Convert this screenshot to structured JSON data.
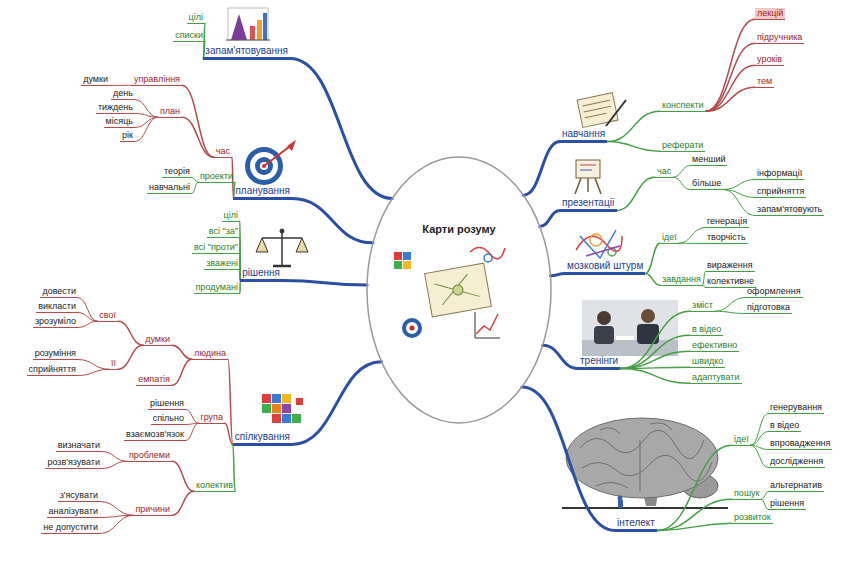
{
  "diagram": {
    "nodes": [
      {
        "text": [
          "Карти розуму"
        ]
      },
      {
        "text": [
          "запам'ятовування"
        ]
      },
      {
        "text": [
          "цілі"
        ]
      },
      {
        "text": [
          "списки"
        ]
      },
      {
        "text": [
          "планування"
        ]
      },
      {
        "text": [
          "час"
        ]
      },
      {
        "text": [
          "управління"
        ]
      },
      {
        "text": [
          "думки"
        ]
      },
      {
        "text": [
          "план"
        ]
      },
      {
        "text": [
          "день"
        ]
      },
      {
        "text": [
          "тиждень"
        ]
      },
      {
        "text": [
          "місяць"
        ]
      },
      {
        "text": [
          "рік"
        ]
      },
      {
        "text": [
          "проекти"
        ]
      },
      {
        "text": [
          "теорія"
        ]
      },
      {
        "text": [
          "навчальні"
        ]
      },
      {
        "text": [
          "рішення"
        ]
      },
      {
        "text": [
          "цілі"
        ]
      },
      {
        "text": [
          "всі \"за\""
        ]
      },
      {
        "text": [
          "всі \"проти\""
        ]
      },
      {
        "text": [
          "зважені"
        ]
      },
      {
        "text": [
          "продумані"
        ]
      },
      {
        "text": [
          "спілкування"
        ]
      },
      {
        "text": [
          "людина"
        ]
      },
      {
        "text": [
          "думки"
        ]
      },
      {
        "text": [
          "свої"
        ]
      },
      {
        "text": [
          "довести"
        ]
      },
      {
        "text": [
          "викласти"
        ]
      },
      {
        "text": [
          "зрозуміло"
        ]
      },
      {
        "text": [
          "її"
        ]
      },
      {
        "text": [
          "розуміння"
        ]
      },
      {
        "text": [
          "сприйняття"
        ]
      },
      {
        "text": [
          "емпатія"
        ]
      },
      {
        "text": [
          "група"
        ]
      },
      {
        "text": [
          "рішення"
        ]
      },
      {
        "text": [
          "спільно"
        ]
      },
      {
        "text": [
          "взаємозв'язок"
        ]
      },
      {
        "text": [
          "колектив"
        ]
      },
      {
        "text": [
          "проблеми"
        ]
      },
      {
        "text": [
          "визначати"
        ]
      },
      {
        "text": [
          "розв'язувати"
        ]
      },
      {
        "text": [
          "причини"
        ]
      },
      {
        "text": [
          "з'ясувати"
        ]
      },
      {
        "text": [
          "аналізувати"
        ]
      },
      {
        "text": [
          "не допустити"
        ]
      },
      {
        "text": [
          "навчання"
        ]
      },
      {
        "text": [
          "конспекти"
        ]
      },
      {
        "text": [
          "лекцій"
        ]
      },
      {
        "text": [
          "підручника"
        ]
      },
      {
        "text": [
          "уроків"
        ]
      },
      {
        "text": [
          "тем"
        ]
      },
      {
        "text": [
          "реферати"
        ]
      },
      {
        "text": [
          "презентації"
        ]
      },
      {
        "text": [
          "час"
        ]
      },
      {
        "text": [
          "менший"
        ]
      },
      {
        "text": [
          "більше"
        ]
      },
      {
        "text": [
          "інформації"
        ]
      },
      {
        "text": [
          "сприйняття"
        ]
      },
      {
        "text": [
          "запам'ятовують"
        ]
      },
      {
        "text": [
          "мозковий штурм"
        ]
      },
      {
        "text": [
          "ідеї"
        ]
      },
      {
        "text": [
          "генерація"
        ]
      },
      {
        "text": [
          "творчість"
        ]
      },
      {
        "text": [
          "завдання"
        ]
      },
      {
        "text": [
          "вираження"
        ]
      },
      {
        "text": [
          "колективне"
        ]
      },
      {
        "text": [
          "тренінги"
        ]
      },
      {
        "text": [
          "зміст"
        ]
      },
      {
        "text": [
          "оформлення"
        ]
      },
      {
        "text": [
          "підготовка"
        ]
      },
      {
        "text": [
          "в відео"
        ]
      },
      {
        "text": [
          "ефективно"
        ]
      },
      {
        "text": [
          "швидко"
        ]
      },
      {
        "text": [
          "адаптувати"
        ]
      },
      {
        "text": [
          "інтелект"
        ]
      },
      {
        "text": [
          "ідеї"
        ]
      },
      {
        "text": [
          "генерування"
        ]
      },
      {
        "text": [
          "в відео"
        ]
      },
      {
        "text": [
          "впровадження"
        ]
      },
      {
        "text": [
          "дослідження"
        ]
      },
      {
        "text": [
          "пошук"
        ]
      },
      {
        "text": [
          "альтернатив"
        ]
      },
      {
        "text": [
          "рішення"
        ]
      },
      {
        "text": [
          "розвиток"
        ]
      }
    ],
    "edges": [
      {
        "from": 0,
        "to": 1,
        "arrow": "none"
      },
      {
        "from": 1,
        "to": 2,
        "arrow": "none"
      },
      {
        "from": 1,
        "to": 3,
        "arrow": "none"
      },
      {
        "from": 0,
        "to": 4,
        "arrow": "none"
      },
      {
        "from": 4,
        "to": 5,
        "arrow": "none"
      },
      {
        "from": 5,
        "to": 6,
        "arrow": "none"
      },
      {
        "from": 6,
        "to": 7,
        "arrow": "none"
      },
      {
        "from": 5,
        "to": 8,
        "arrow": "none"
      },
      {
        "from": 8,
        "to": 9,
        "arrow": "none"
      },
      {
        "from": 8,
        "to": 10,
        "arrow": "none"
      },
      {
        "from": 8,
        "to": 11,
        "arrow": "none"
      },
      {
        "from": 8,
        "to": 12,
        "arrow": "none"
      },
      {
        "from": 4,
        "to": 13,
        "arrow": "none"
      },
      {
        "from": 13,
        "to": 14,
        "arrow": "none"
      },
      {
        "from": 13,
        "to": 15,
        "arrow": "none"
      },
      {
        "from": 0,
        "to": 16,
        "arrow": "none"
      },
      {
        "from": 16,
        "to": 17,
        "arrow": "none"
      },
      {
        "from": 16,
        "to": 18,
        "arrow": "none"
      },
      {
        "from": 16,
        "to": 19,
        "arrow": "none"
      },
      {
        "from": 16,
        "to": 20,
        "arrow": "none"
      },
      {
        "from": 16,
        "to": 21,
        "arrow": "none"
      },
      {
        "from": 0,
        "to": 22,
        "arrow": "none"
      },
      {
        "from": 22,
        "to": 23,
        "arrow": "none"
      },
      {
        "from": 23,
        "to": 24,
        "arrow": "none"
      },
      {
        "from": 24,
        "to": 25,
        "arrow": "none"
      },
      {
        "from": 25,
        "to": 26,
        "arrow": "none"
      },
      {
        "from": 25,
        "to": 27,
        "arrow": "none"
      },
      {
        "from": 25,
        "to": 28,
        "arrow": "none"
      },
      {
        "from": 24,
        "to": 29,
        "arrow": "none"
      },
      {
        "from": 29,
        "to": 30,
        "arrow": "none"
      },
      {
        "from": 29,
        "to": 31,
        "arrow": "none"
      },
      {
        "from": 23,
        "to": 32,
        "arrow": "none"
      },
      {
        "from": 22,
        "to": 33,
        "arrow": "none"
      },
      {
        "from": 33,
        "to": 34,
        "arrow": "none"
      },
      {
        "from": 33,
        "to": 35,
        "arrow": "none"
      },
      {
        "from": 33,
        "to": 36,
        "arrow": "none"
      },
      {
        "from": 22,
        "to": 37,
        "arrow": "none"
      },
      {
        "from": 37,
        "to": 38,
        "arrow": "none"
      },
      {
        "from": 38,
        "to": 39,
        "arrow": "none"
      },
      {
        "from": 38,
        "to": 40,
        "arrow": "none"
      },
      {
        "from": 37,
        "to": 41,
        "arrow": "none"
      },
      {
        "from": 41,
        "to": 42,
        "arrow": "none"
      },
      {
        "from": 41,
        "to": 43,
        "arrow": "none"
      },
      {
        "from": 41,
        "to": 44,
        "arrow": "none"
      },
      {
        "from": 0,
        "to": 45,
        "arrow": "none"
      },
      {
        "from": 45,
        "to": 46,
        "arrow": "none"
      },
      {
        "from": 46,
        "to": 47,
        "arrow": "none"
      },
      {
        "from": 46,
        "to": 48,
        "arrow": "none"
      },
      {
        "from": 46,
        "to": 49,
        "arrow": "none"
      },
      {
        "from": 46,
        "to": 50,
        "arrow": "none"
      },
      {
        "from": 45,
        "to": 51,
        "arrow": "none"
      },
      {
        "from": 0,
        "to": 52,
        "arrow": "none"
      },
      {
        "from": 52,
        "to": 53,
        "arrow": "none"
      },
      {
        "from": 53,
        "to": 54,
        "arrow": "none"
      },
      {
        "from": 53,
        "to": 55,
        "arrow": "none"
      },
      {
        "from": 55,
        "to": 56,
        "arrow": "none"
      },
      {
        "from": 55,
        "to": 57,
        "arrow": "none"
      },
      {
        "from": 55,
        "to": 58,
        "arrow": "none"
      },
      {
        "from": 0,
        "to": 59,
        "arrow": "none"
      },
      {
        "from": 59,
        "to": 60,
        "arrow": "none"
      },
      {
        "from": 60,
        "to": 61,
        "arrow": "none"
      },
      {
        "from": 60,
        "to": 62,
        "arrow": "none"
      },
      {
        "from": 59,
        "to": 63,
        "arrow": "none"
      },
      {
        "from": 63,
        "to": 64,
        "arrow": "none"
      },
      {
        "from": 63,
        "to": 65,
        "arrow": "none"
      },
      {
        "from": 0,
        "to": 66,
        "arrow": "none"
      },
      {
        "from": 66,
        "to": 67,
        "arrow": "none"
      },
      {
        "from": 67,
        "to": 68,
        "arrow": "none"
      },
      {
        "from": 67,
        "to": 69,
        "arrow": "none"
      },
      {
        "from": 66,
        "to": 70,
        "arrow": "none"
      },
      {
        "from": 66,
        "to": 71,
        "arrow": "none"
      },
      {
        "from": 66,
        "to": 72,
        "arrow": "none"
      },
      {
        "from": 66,
        "to": 73,
        "arrow": "none"
      },
      {
        "from": 0,
        "to": 74,
        "arrow": "none"
      },
      {
        "from": 74,
        "to": 75,
        "arrow": "none"
      },
      {
        "from": 75,
        "to": 76,
        "arrow": "none"
      },
      {
        "from": 75,
        "to": 77,
        "arrow": "none"
      },
      {
        "from": 75,
        "to": 78,
        "arrow": "none"
      },
      {
        "from": 75,
        "to": 79,
        "arrow": "none"
      },
      {
        "from": 74,
        "to": 80,
        "arrow": "none"
      },
      {
        "from": 80,
        "to": 81,
        "arrow": "none"
      },
      {
        "from": 80,
        "to": 82,
        "arrow": "none"
      },
      {
        "from": 74,
        "to": 83,
        "arrow": "none"
      }
    ]
  }
}
